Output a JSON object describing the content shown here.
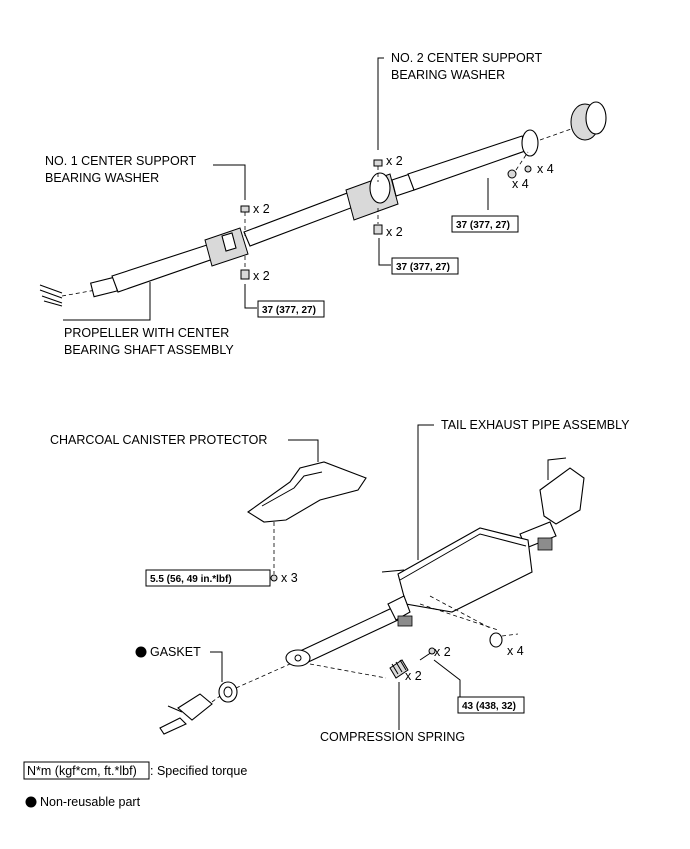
{
  "labels": {
    "no2_washer": [
      "NO. 2 CENTER SUPPORT",
      "BEARING WASHER"
    ],
    "no1_washer": [
      "NO. 1 CENTER SUPPORT",
      "BEARING WASHER"
    ],
    "propeller_shaft": [
      "PROPELLER WITH CENTER",
      "BEARING SHAFT ASSEMBLY"
    ],
    "canister_protector": "CHARCOAL CANISTER PROTECTOR",
    "tail_pipe": "TAIL EXHAUST PIPE ASSEMBLY",
    "gasket": "GASKET",
    "compression_spring": "COMPRESSION SPRING"
  },
  "quantities": {
    "no2_washer": "x 2",
    "rear_nut": "x 4",
    "rear_bolt": "x 4",
    "no1_washer": "x 2",
    "center_bolt": "x 2",
    "front_bolt": "x 2",
    "protector_bolt": "x 3",
    "exhaust_bolt": "x 2",
    "spring": "x 2",
    "hanger": "x 4"
  },
  "torques": {
    "rear_flange": "37 (377, 27)",
    "center_support": "37 (377, 27)",
    "front_support": "37 (377, 27)",
    "protector": "5.5 (56, 49 in.*lbf)",
    "exhaust_joint": "43 (438, 32)"
  },
  "legend": {
    "torque_box": "N*m (kgf*cm, ft.*lbf)",
    "torque_text": ": Specified torque",
    "nonreusable": "Non-reusable part"
  }
}
